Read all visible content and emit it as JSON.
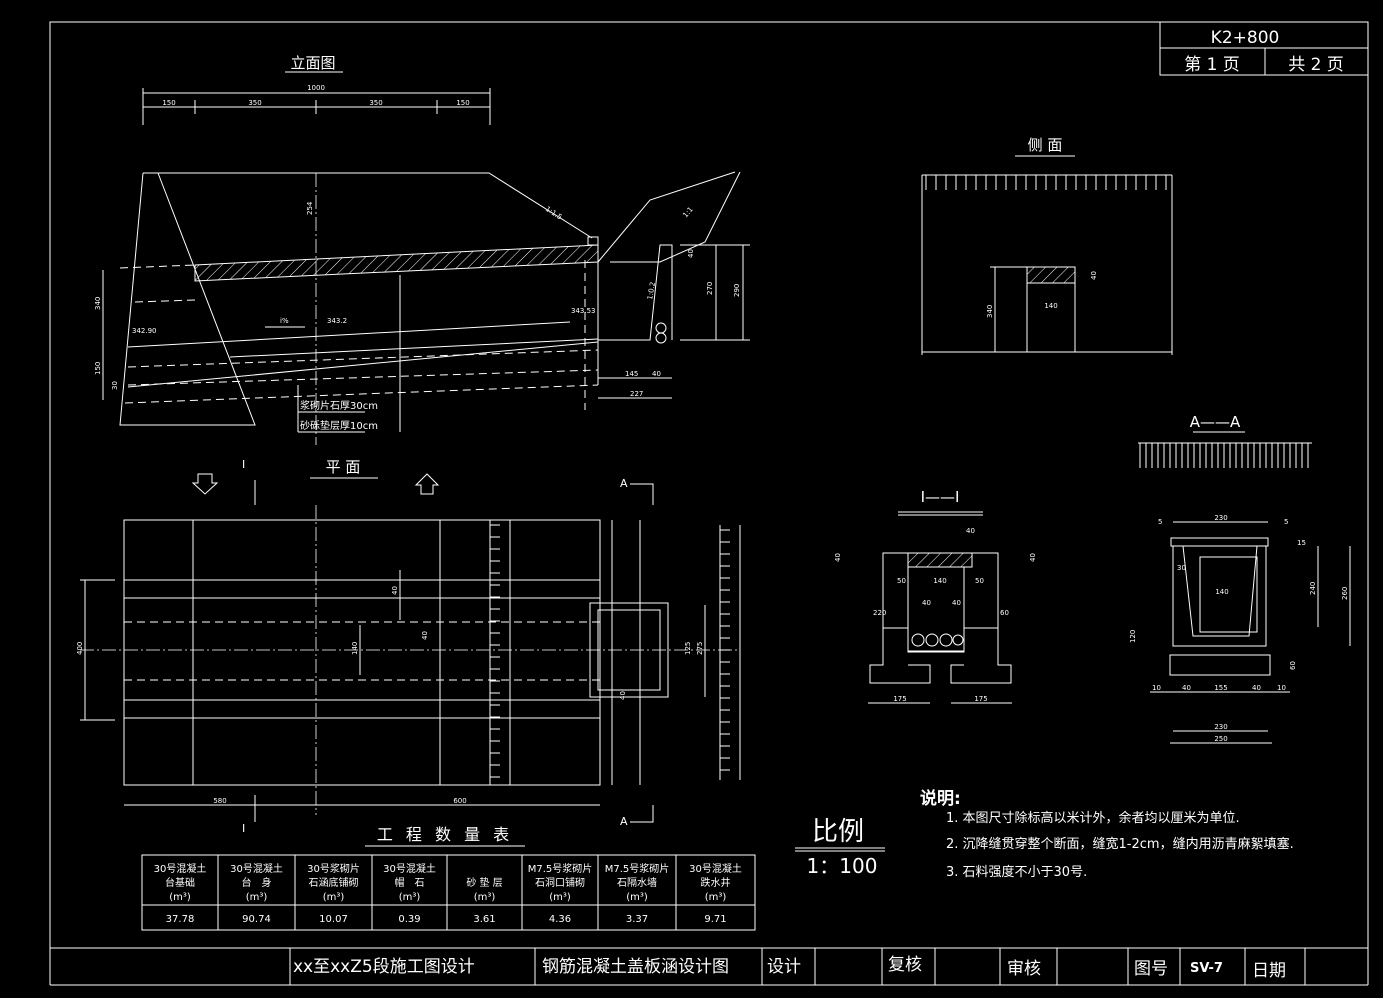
{
  "sheet": {
    "station": "K2+800",
    "page_label": "第 1 页",
    "total_label": "共 2 页"
  },
  "elevation": {
    "title": "立面图",
    "dim_total": "1000",
    "dims": [
      "150",
      "350",
      "350",
      "150"
    ],
    "height": "254",
    "slope_left": "1:1.5",
    "slope_right": "1:1",
    "elev_left": "342.90",
    "elev_mid": "343.2",
    "elev_right": "343.53",
    "gradient": "i%",
    "layer1": "浆砌片石厚30cm",
    "layer2": "砂砾垫层厚10cm",
    "dims_right": [
      "40",
      "270",
      "290",
      "145",
      "40",
      "227",
      "1:0.2"
    ],
    "dims_left": [
      "340",
      "150",
      "30"
    ]
  },
  "side": {
    "title": "侧  面",
    "dims": [
      "340",
      "40",
      "140"
    ]
  },
  "plan": {
    "title": "平  面",
    "section_mark_I": "I",
    "section_mark_A": "A",
    "dims": [
      "400",
      "140",
      "40",
      "40",
      "580",
      "600",
      "275",
      "125",
      "40"
    ]
  },
  "section_I": {
    "title": "I——I",
    "dims": [
      "40",
      "140",
      "50",
      "50",
      "40",
      "40",
      "40",
      "40",
      "220",
      "60",
      "175",
      "175"
    ]
  },
  "section_A": {
    "title": "A——A",
    "dims": [
      "5",
      "230",
      "5",
      "15",
      "30",
      "140",
      "240",
      "260",
      "60",
      "10",
      "40",
      "155",
      "40",
      "10",
      "230",
      "250",
      "120"
    ]
  },
  "scale": {
    "label": "比例",
    "value": "1：100"
  },
  "notes": {
    "title": "说明:",
    "items": [
      "1. 本图尺寸除标高以米计外，余者均以厘米为单位.",
      "2. 沉降缝贯穿整个断面，缝宽1-2cm，缝内用沥青麻絮填塞.",
      "3. 石料强度不小于30号."
    ]
  },
  "quantity_table": {
    "title": "工 程 数 量 表",
    "unit": "(m³)",
    "columns": [
      {
        "line1": "30号混凝土",
        "line2": "台基础",
        "value": "37.78"
      },
      {
        "line1": "30号混凝土",
        "line2": "台　身",
        "value": "90.74"
      },
      {
        "line1": "30号浆砌片",
        "line2": "石涵底铺砌",
        "value": "10.07"
      },
      {
        "line1": "30号混凝土",
        "line2": "帽　石",
        "value": "0.39"
      },
      {
        "line1": "",
        "line2": "砂 垫 层",
        "value": "3.61"
      },
      {
        "line1": "M7.5号浆砌片",
        "line2": "石洞口铺砌",
        "value": "4.36"
      },
      {
        "line1": "M7.5号浆砌片",
        "line2": "石隔水墙",
        "value": "3.37"
      },
      {
        "line1": "30号混凝土",
        "line2": "跌水井",
        "value": "9.71"
      }
    ]
  },
  "title_block": {
    "project": "xx至xxZ5段施工图设计",
    "drawing": "钢筋混凝土盖板涵设计图",
    "design": "设计",
    "check": "复核",
    "review": "审核",
    "drawing_no_label": "图号",
    "drawing_no": "SV-7",
    "date": "日期"
  }
}
